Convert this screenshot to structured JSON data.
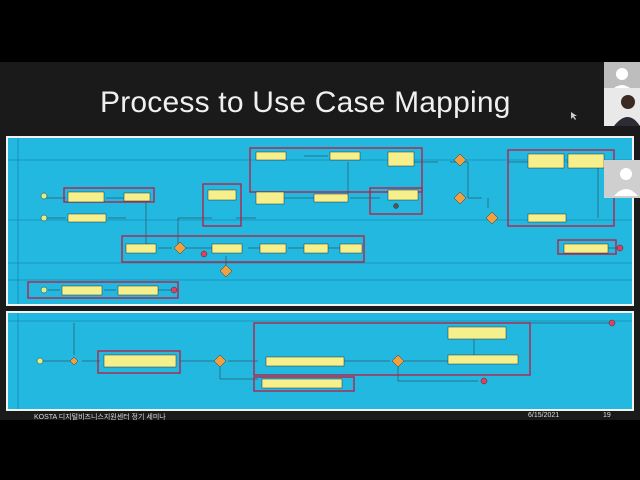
{
  "slide": {
    "title": "Process to Use Case Mapping",
    "footer_left": "KOSTA 디지털비즈니스지원센터 정기 세미나",
    "footer_date": "6/15/2021",
    "footer_page": "19"
  },
  "colors": {
    "diagram_bg": "#23b8e0",
    "task_fill": "#f5f08c",
    "gateway_fill": "#f0a040",
    "highlight": "#c0183c",
    "slide_bg": "#1a1a1a"
  },
  "webcam": {
    "tiles": [
      "participant-1",
      "participant-2",
      "participant-3"
    ]
  }
}
